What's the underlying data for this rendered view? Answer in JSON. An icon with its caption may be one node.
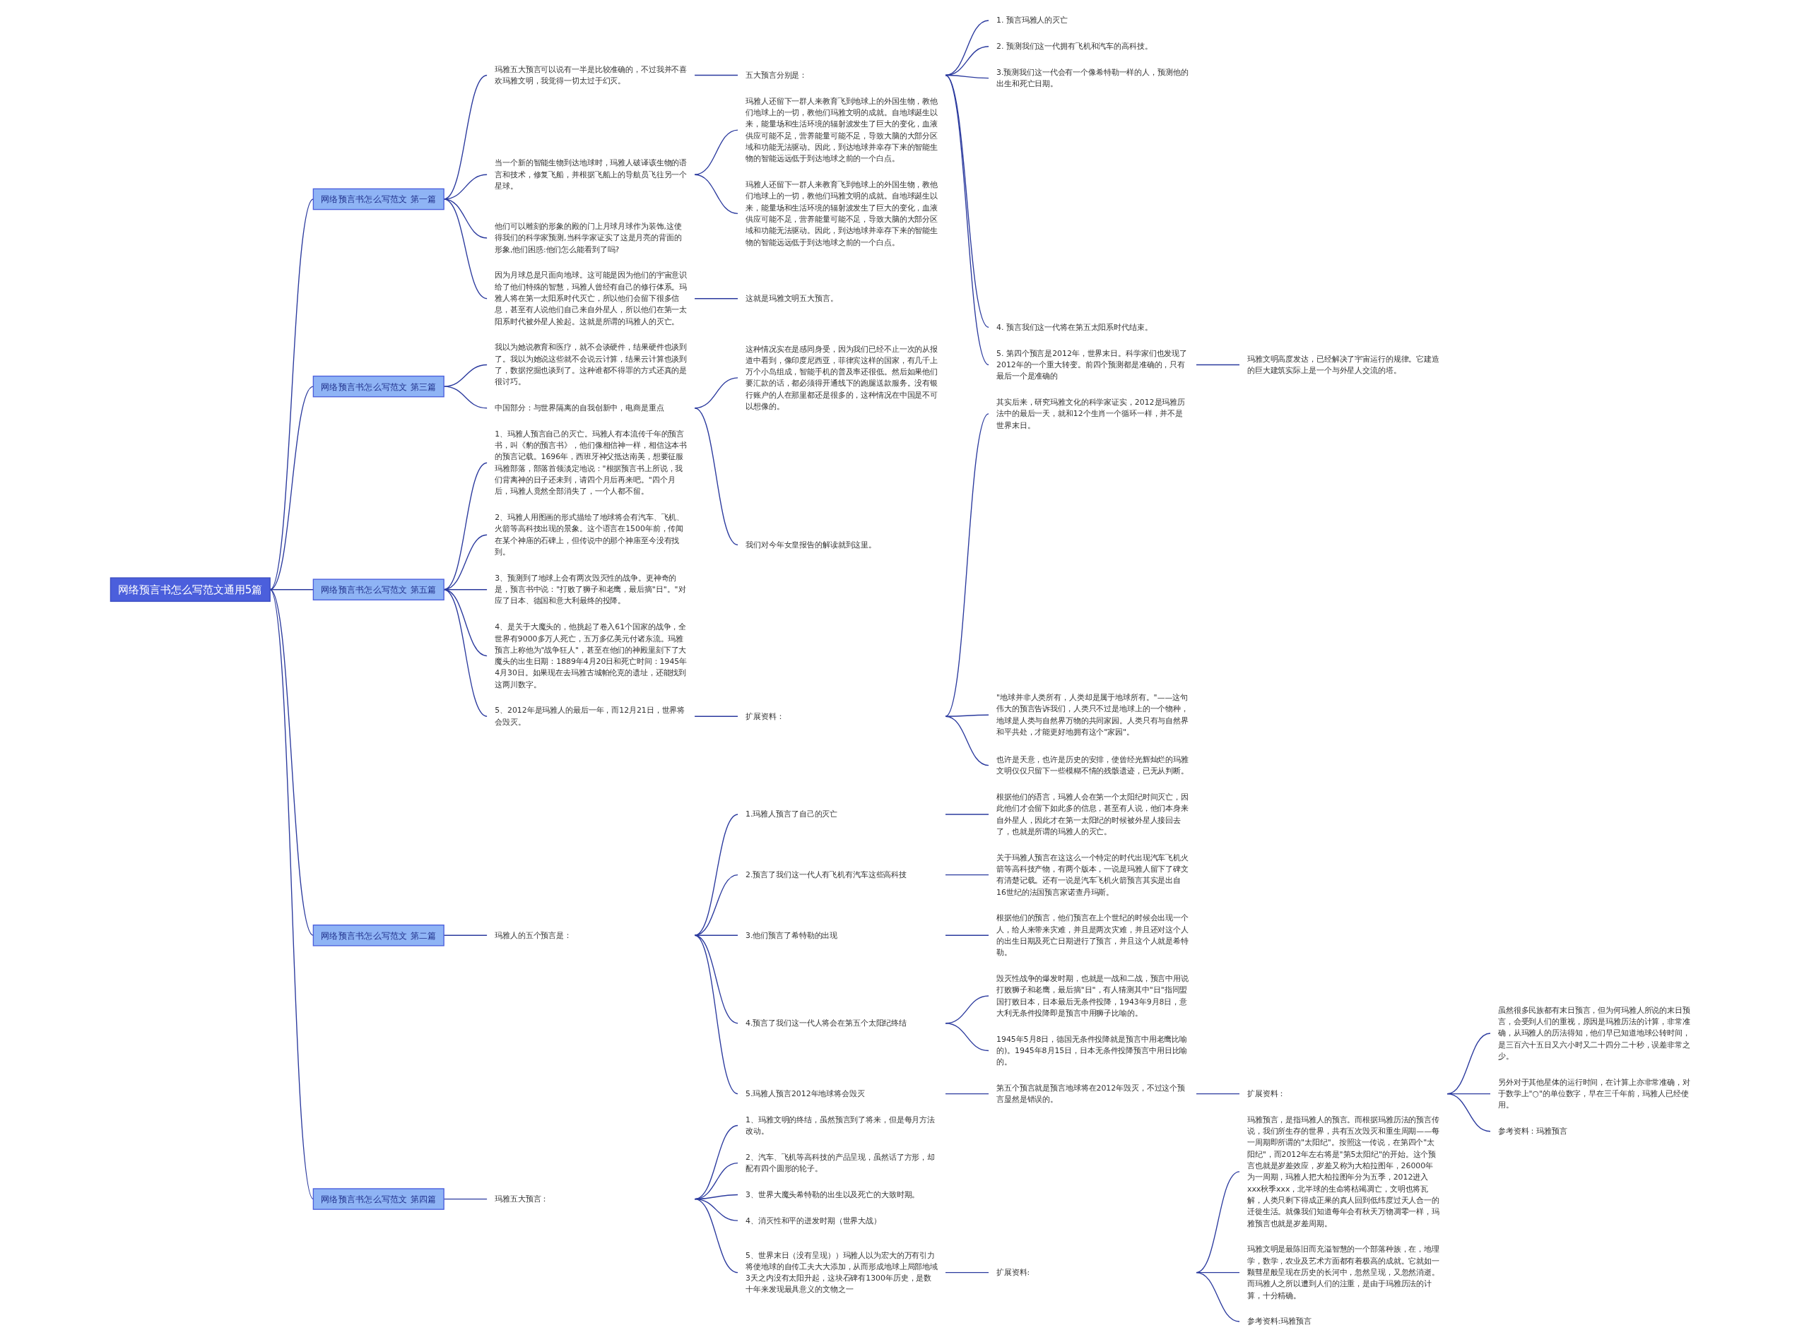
{
  "diagram": {
    "nodes": [
      {
        "text": [
          "网络预言书怎么写范文通用5篇"
        ]
      },
      {
        "text": [
          "网络预言书怎么写范文 第一篇"
        ]
      },
      {
        "text": [
          "玛雅五大预言可以说有一半是比较准确的，不过我并不喜欢玛雅文明，我觉得一切太过于幻灭。"
        ]
      },
      {
        "text": [
          "五大预言分别是："
        ]
      },
      {
        "text": [
          "1. 预言玛雅人的灭亡"
        ]
      },
      {
        "text": [
          "2. 预测我们这一代拥有飞机和汽车的高科技。"
        ]
      },
      {
        "text": [
          "3.预测我们这一代会有一个像希特勒一样的人，预测他的出生和死亡日期。"
        ]
      },
      {
        "text": [
          "4. 预言我们这一代将在第五太阳系时代结束。"
        ]
      },
      {
        "text": [
          "5. 第四个预言是2012年，世界末日。科学家们也发现了2012年的一个重大转变。前四个预测都是准确的，只有最后一个是准确的"
        ]
      },
      {
        "text": [
          "玛雅文明高度发达，已经解决了宇宙运行的规律。它建造的巨大建筑实际上是一个与外星人交流的塔。"
        ]
      },
      {
        "text": [
          "当一个新的智能生物到达地球时，玛雅人破译该生物的语言和技术，修复飞船，并根据飞船上的导航员飞往另一个星球。"
        ]
      },
      {
        "text": [
          "玛雅人还留下一群人来教育飞到地球上的外国生物，教他们地球上的一切，教他们玛雅文明的成就。自地球诞生以来，能量场和生活环境的辐射波发生了巨大的变化，血液供应可能不足，营养能量可能不足，导致大脑的大部分区域和功能无法驱动。因此，到达地球并幸存下来的智能生物的智能远远低于到达地球之前的一个白点。"
        ]
      },
      {
        "text": [
          "玛雅人还留下一群人来教育飞到地球上的外国生物，教他们地球上的一切，教他们玛雅文明的成就。自地球诞生以来，能量场和生活环境的辐射波发生了巨大的变化，血液供应可能不足，营养能量可能不足，导致大脑的大部分区域和功能无法驱动。因此，到达地球并幸存下来的智能生物的智能远远低于到达地球之前的一个白点。"
        ]
      },
      {
        "text": [
          "他们可以雕刻的形象的殿的门上月球月球作为装饰,这使得我们的科学家预测,当科学家证实了这是月亮的背面的形象,他们困惑:他们怎么能看到了吗?"
        ]
      },
      {
        "text": [
          "因为月球总是只面向地球。这可能是因为他们的宇宙意识给了他们特殊的智慧，玛雅人曾经有自己的修行体系。玛雅人将在第一太阳系时代灭亡，所以他们会留下很多信息，甚至有人说他们自己来自外星人，所以他们在第一太阳系时代被外星人捡起。这就是所谓的玛雅人的灭亡。"
        ]
      },
      {
        "text": [
          "这就是玛雅文明五大预言。"
        ]
      },
      {
        "text": [
          "网络预言书怎么写范文 第三篇"
        ]
      },
      {
        "text": [
          "我以为她说教育和医疗，就不会谈硬件，结果硬件也谈到了。我以为她说这些就不会说云计算，结果云计算也谈到了，数据挖掘也谈到了。这种谁都不得罪的方式还真的是很讨巧。"
        ]
      },
      {
        "text": [
          "中国部分：与世界隔离的自我创新中，电商是重点"
        ]
      },
      {
        "text": [
          "这种情况实在是感同身受，因为我们已经不止一次的从报道中看到，像印度尼西亚，菲律宾这样的国家，有几千上万个小岛组成，智能手机的普及率还很低。然后如果他们要汇款的话，都必须得开通线下的跑腿送款服务。没有银行账户的人在那里都还是很多的，这种情况在中国是不可以想像的。"
        ]
      },
      {
        "text": [
          "我们对今年女皇报告的解读就到这里。"
        ]
      },
      {
        "text": [
          "网络预言书怎么写范文 第五篇"
        ]
      },
      {
        "text": [
          "1、玛雅人预言自己的灭亡。玛雅人有本流传千年的预言书，叫《豹的预言书》，他们像相信神一样，相信这本书的预言记载。1696年，西班牙神父抵达南美，想要征服玛雅部落，部落首领淡定地说：\"根据预言书上所说，我们背离神的日子还未到，请四个月后再来吧。\"四个月后，玛雅人竟然全部消失了，一个人都不留。"
        ]
      },
      {
        "text": [
          "2、玛雅人用图画的形式描绘了地球将会有汽车、飞机、火箭等高科技出现的景象。这个语言在1500年前，传闻在某个神庙的石碑上，但传说中的那个神庙至今没有找到。"
        ]
      },
      {
        "text": [
          "3、预测到了地球上会有两次毁灭性的战争。更神奇的是，预言书中说：\"打败了狮子和老鹰，最后摘\"日\"。\"对应了日本、德国和意大利最终的投降。"
        ]
      },
      {
        "text": [
          "4、是关于大魔头的，他挑起了卷入61个国家的战争，全世界有9000多万人死亡，五万多亿美元付诸东流。玛雅预言上称他为\"战争狂人\"，甚至在他们的神殿里刻下了大魔头的出生日期：1889年4月20日和死亡时间：1945年4月30日。如果现在去玛雅古城帕伦克的遗址，还能找到这两川数字。"
        ]
      },
      {
        "text": [
          "5、2012年是玛雅人的最后一年，而12月21日，世界将会毁灭。"
        ]
      },
      {
        "text": [
          "扩展资料："
        ]
      },
      {
        "text": [
          "其实后来，研究玛雅文化的科学家证实，2012是玛雅历法中的最后一天，就和12个生肖一个循环一样，并不是世界末日。"
        ]
      },
      {
        "text": [
          "\"地球并非人类所有，人类却是属于地球所有。\"——这句伟大的预言告诉我们，人类只不过是地球上的一个物种，地球是人类与自然界万物的共同家园。人类只有与自然界和平共处，才能更好地拥有这个\"家园\"。"
        ]
      },
      {
        "text": [
          "也许是天意，也许是历史的安排，使曾经光辉灿烂的玛雅文明仅仅只留下一些模糊不情的残骸遗迹，已无从判断。"
        ]
      },
      {
        "text": [
          "网络预言书怎么写范文 第二篇"
        ]
      },
      {
        "text": [
          "玛雅人的五个预言是："
        ]
      },
      {
        "text": [
          "1.玛雅人预言了自己的灭亡"
        ]
      },
      {
        "text": [
          "根据他们的语言，玛雅人会在第一个太阳纪时间灭亡，因此他们才会留下如此多的信息，甚至有人说，他们本身来自外星人，因此才在第一太阳纪的时候被外星人接回去了，也就是所谓的玛雅人的灭亡。"
        ]
      },
      {
        "text": [
          "2.预言了我们这一代人有飞机有汽车这些高科技"
        ]
      },
      {
        "text": [
          "关于玛雅人预言在这这么一个特定的时代出现汽车飞机火箭等高科技产物，有两个版本，一说是玛雅人留下了碑文有清楚记载。还有一说是汽车飞机火箭预言其实是出自16世纪的法国预言家诺查丹玛斯。"
        ]
      },
      {
        "text": [
          "3.他们预言了希特勒的出现"
        ]
      },
      {
        "text": [
          "根据他们的预言，他们预言在上个世纪的时候会出现一个人，给人来带来灾难，并且是两次灾难，并且还对这个人的出生日期及死亡日期进行了预言，并且这个人就是希特勒。"
        ]
      },
      {
        "text": [
          "4.预言了我们这一代人将会在第五个太阳纪终结"
        ]
      },
      {
        "text": [
          "毁灭性战争的爆发时期，也就是一战和二战，预言中用说打败狮子和老鹰，最后摘\"日\"，有人猜测其中\"日\"指同盟国打败日本，日本最后无条件投降，1943年9月8日，意大利无条件投降即是预言中用狮子比喻的。"
        ]
      },
      {
        "text": [
          "1945年5月8日，德国无条件投降就是预言中用老鹰比喻的)。1945年8月15日，日本无条件投降预言中用日比喻的。"
        ]
      },
      {
        "text": [
          "5.玛雅人预言2012年地球将会毁灭"
        ]
      },
      {
        "text": [
          "第五个预言就是预言地球将在2012年毁灭，不过这个预言显然是错误的。"
        ]
      },
      {
        "text": [
          "扩展资料："
        ]
      },
      {
        "text": [
          "虽然很多民族都有末日预言，但为何玛雅人所说的末日预言，会受到人们的重视，原因是玛雅历法的计算，非常准确，从玛雅人的历法得知，他们早已知道地球公转时间，是三百六十五日又六小时又二十四分二十秒，误差非常之少。"
        ]
      },
      {
        "text": [
          "另外对于其他星体的运行时间，在计算上亦非常准确，对于数学上\"○\"的单位数字，早在三千年前，玛雅人已经使用。"
        ]
      },
      {
        "text": [
          "参考资料：玛雅预言"
        ]
      },
      {
        "text": [
          "网络预言书怎么写范文 第四篇"
        ]
      },
      {
        "text": [
          "玛雅五大预言："
        ]
      },
      {
        "text": [
          "1、玛雅文明的终结，虽然预言到了将来，但是每月方法改动。"
        ]
      },
      {
        "text": [
          "2、汽车、飞机等高科技的产品呈现，虽然话了方形，却配有四个圆形的轮子。"
        ]
      },
      {
        "text": [
          "3、世界大魔头希特勒的出生以及死亡的大致时期。"
        ]
      },
      {
        "text": [
          "4、消灭性和平的迸发时期（世界大战）"
        ]
      },
      {
        "text": [
          "5、世界末日（没有呈现））玛雅人以为宏大的万有引力将使地球的自传工夫大大添加，从而形成地球上局部地域3天之内没有太阳升起，这块石碑有1300年历史，是数十年来发现最具意义的文物之一"
        ]
      },
      {
        "text": [
          "扩展资料:"
        ]
      },
      {
        "text": [
          "玛雅预言，是指玛雅人的预言。而根据玛雅历法的预言传说，我们所生存的世界，共有五次毁灭和重生周期——每一周期即所谓的\"太阳纪\"。按照这一传说，在第四个\"太阳纪\"，而2012年左右将是\"第5太阳纪\"的开始。这个预言也就是岁差效应，岁差又称为大柏拉图年，26000年为一周期，玛雅人把大柏拉图年分为五季，2012进入xxx秋季xxx，北半球的生命将枯竭凋亡，文明也将瓦解，人类只剩下得成正果的真人回到低纬度过天人合一的迁徙生活。就像我们知道每年会有秋天万物凋零一样，玛雅预言也就是岁差周期。"
        ]
      },
      {
        "text": [
          "玛雅文明是最陈旧而充溢智慧的一个部落种族，在，地理学，数学，农业及艺术方面都有着极高的成就。它就如一颗彗星般呈现在历史的长河中，忽然呈现，又忽然消逝。而玛雅人之所以遭到人们的注重，是由于玛雅历法的计算，十分精确。"
        ]
      },
      {
        "text": [
          "参考资料:玛雅预言"
        ]
      }
    ],
    "edges": [
      {
        "from": 0,
        "to": 1,
        "arrow": "none"
      },
      {
        "from": 1,
        "to": 2,
        "arrow": "none"
      },
      {
        "from": 2,
        "to": 3,
        "arrow": "none"
      },
      {
        "from": 3,
        "to": 4,
        "arrow": "none"
      },
      {
        "from": 3,
        "to": 5,
        "arrow": "none"
      },
      {
        "from": 3,
        "to": 6,
        "arrow": "none"
      },
      {
        "from": 3,
        "to": 7,
        "arrow": "none"
      },
      {
        "from": 3,
        "to": 8,
        "arrow": "none"
      },
      {
        "from": 8,
        "to": 9,
        "arrow": "none"
      },
      {
        "from": 1,
        "to": 10,
        "arrow": "none"
      },
      {
        "from": 10,
        "to": 11,
        "arrow": "none"
      },
      {
        "from": 10,
        "to": 12,
        "arrow": "none"
      },
      {
        "from": 1,
        "to": 13,
        "arrow": "none"
      },
      {
        "from": 1,
        "to": 14,
        "arrow": "none"
      },
      {
        "from": 14,
        "to": 15,
        "arrow": "none"
      },
      {
        "from": 0,
        "to": 16,
        "arrow": "none"
      },
      {
        "from": 16,
        "to": 17,
        "arrow": "none"
      },
      {
        "from": 16,
        "to": 18,
        "arrow": "none"
      },
      {
        "from": 18,
        "to": 19,
        "arrow": "none"
      },
      {
        "from": 18,
        "to": 20,
        "arrow": "none"
      },
      {
        "from": 0,
        "to": 21,
        "arrow": "none"
      },
      {
        "from": 21,
        "to": 22,
        "arrow": "none"
      },
      {
        "from": 21,
        "to": 23,
        "arrow": "none"
      },
      {
        "from": 21,
        "to": 24,
        "arrow": "none"
      },
      {
        "from": 21,
        "to": 25,
        "arrow": "none"
      },
      {
        "from": 21,
        "to": 26,
        "arrow": "none"
      },
      {
        "from": 26,
        "to": 27,
        "arrow": "none"
      },
      {
        "from": 27,
        "to": 28,
        "arrow": "none"
      },
      {
        "from": 27,
        "to": 29,
        "arrow": "none"
      },
      {
        "from": 27,
        "to": 30,
        "arrow": "none"
      },
      {
        "from": 0,
        "to": 31,
        "arrow": "none"
      },
      {
        "from": 31,
        "to": 32,
        "arrow": "none"
      },
      {
        "from": 32,
        "to": 33,
        "arrow": "none"
      },
      {
        "from": 33,
        "to": 34,
        "arrow": "none"
      },
      {
        "from": 32,
        "to": 35,
        "arrow": "none"
      },
      {
        "from": 35,
        "to": 36,
        "arrow": "none"
      },
      {
        "from": 32,
        "to": 37,
        "arrow": "none"
      },
      {
        "from": 37,
        "to": 38,
        "arrow": "none"
      },
      {
        "from": 32,
        "to": 39,
        "arrow": "none"
      },
      {
        "from": 39,
        "to": 40,
        "arrow": "none"
      },
      {
        "from": 39,
        "to": 41,
        "arrow": "none"
      },
      {
        "from": 32,
        "to": 42,
        "arrow": "none"
      },
      {
        "from": 42,
        "to": 43,
        "arrow": "none"
      },
      {
        "from": 43,
        "to": 44,
        "arrow": "none"
      },
      {
        "from": 44,
        "to": 45,
        "arrow": "none"
      },
      {
        "from": 44,
        "to": 46,
        "arrow": "none"
      },
      {
        "from": 44,
        "to": 47,
        "arrow": "none"
      },
      {
        "from": 0,
        "to": 48,
        "arrow": "none"
      },
      {
        "from": 48,
        "to": 49,
        "arrow": "none"
      },
      {
        "from": 49,
        "to": 50,
        "arrow": "none"
      },
      {
        "from": 49,
        "to": 51,
        "arrow": "none"
      },
      {
        "from": 49,
        "to": 52,
        "arrow": "none"
      },
      {
        "from": 49,
        "to": 53,
        "arrow": "none"
      },
      {
        "from": 49,
        "to": 54,
        "arrow": "none"
      },
      {
        "from": 54,
        "to": 55,
        "arrow": "none"
      },
      {
        "from": 55,
        "to": 56,
        "arrow": "none"
      },
      {
        "from": 55,
        "to": 57,
        "arrow": "none"
      },
      {
        "from": 55,
        "to": 58,
        "arrow": "none"
      }
    ]
  }
}
